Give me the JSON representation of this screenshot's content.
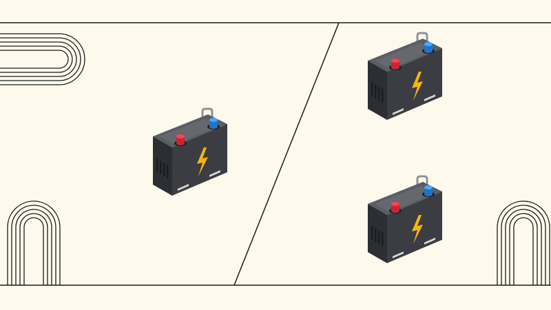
{
  "scene": {
    "colors": {
      "background": "#fdf9ec",
      "line": "#1a1a1a",
      "battery_body": "#3b3d42",
      "battery_top": "#5a5d63",
      "battery_dark": "#26282c",
      "terminal_positive": "#e2313f",
      "terminal_negative": "#2f8ff0",
      "lightning": "#f5b417",
      "stripe": "#d9d9d9"
    },
    "panels": [
      {
        "name": "left-panel",
        "battery_count": 1
      },
      {
        "name": "right-panel",
        "battery_count": 2
      }
    ],
    "icons": [
      "car-battery-icon",
      "lightning-bolt-icon",
      "positive-terminal-icon",
      "negative-terminal-icon",
      "concentric-arch-decoration",
      "concentric-hairpin-decoration"
    ]
  }
}
